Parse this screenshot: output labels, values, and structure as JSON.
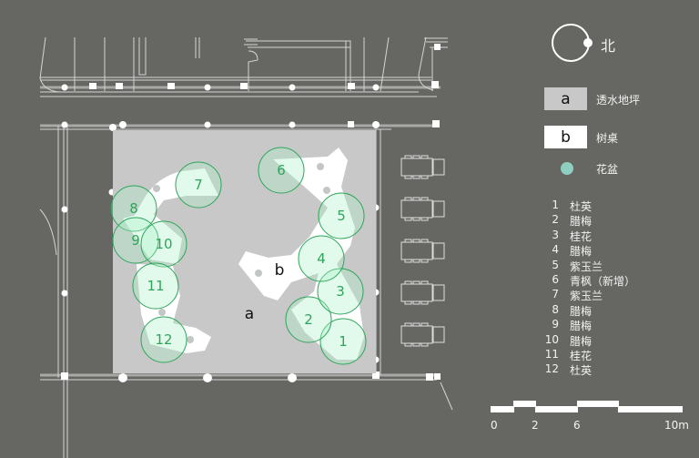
{
  "compass": {
    "label": "北"
  },
  "legend": [
    {
      "key": "a",
      "label": "透水地坪",
      "color": "#c8c8c8"
    },
    {
      "key": "b",
      "label": "树桌",
      "color": "#ffffff"
    },
    {
      "key": "",
      "label": "花盆",
      "color": "#8fcfbf"
    }
  ],
  "plan": {
    "zone_a": "a",
    "zone_b": "b",
    "trees": [
      "1",
      "2",
      "3",
      "4",
      "5",
      "6",
      "7",
      "8",
      "9",
      "10",
      "11",
      "12"
    ]
  },
  "tree_list": [
    {
      "n": "1",
      "name": "杜英"
    },
    {
      "n": "2",
      "name": "腊梅"
    },
    {
      "n": "3",
      "name": "桂花"
    },
    {
      "n": "4",
      "name": "腊梅"
    },
    {
      "n": "5",
      "name": "紫玉兰"
    },
    {
      "n": "6",
      "name": "青枫（新增）"
    },
    {
      "n": "7",
      "name": "紫玉兰"
    },
    {
      "n": "8",
      "name": "腊梅"
    },
    {
      "n": "9",
      "name": "腊梅"
    },
    {
      "n": "10",
      "name": "腊梅"
    },
    {
      "n": "11",
      "name": "桂花"
    },
    {
      "n": "12",
      "name": "杜英"
    }
  ],
  "scale_bar": {
    "labels": [
      "0",
      "2",
      "6",
      "10m"
    ]
  },
  "colors": {
    "bg": "#666662",
    "tree": "#2ea55a",
    "tree_fill": "#dcfae6",
    "paving": "#c8c8c8"
  }
}
